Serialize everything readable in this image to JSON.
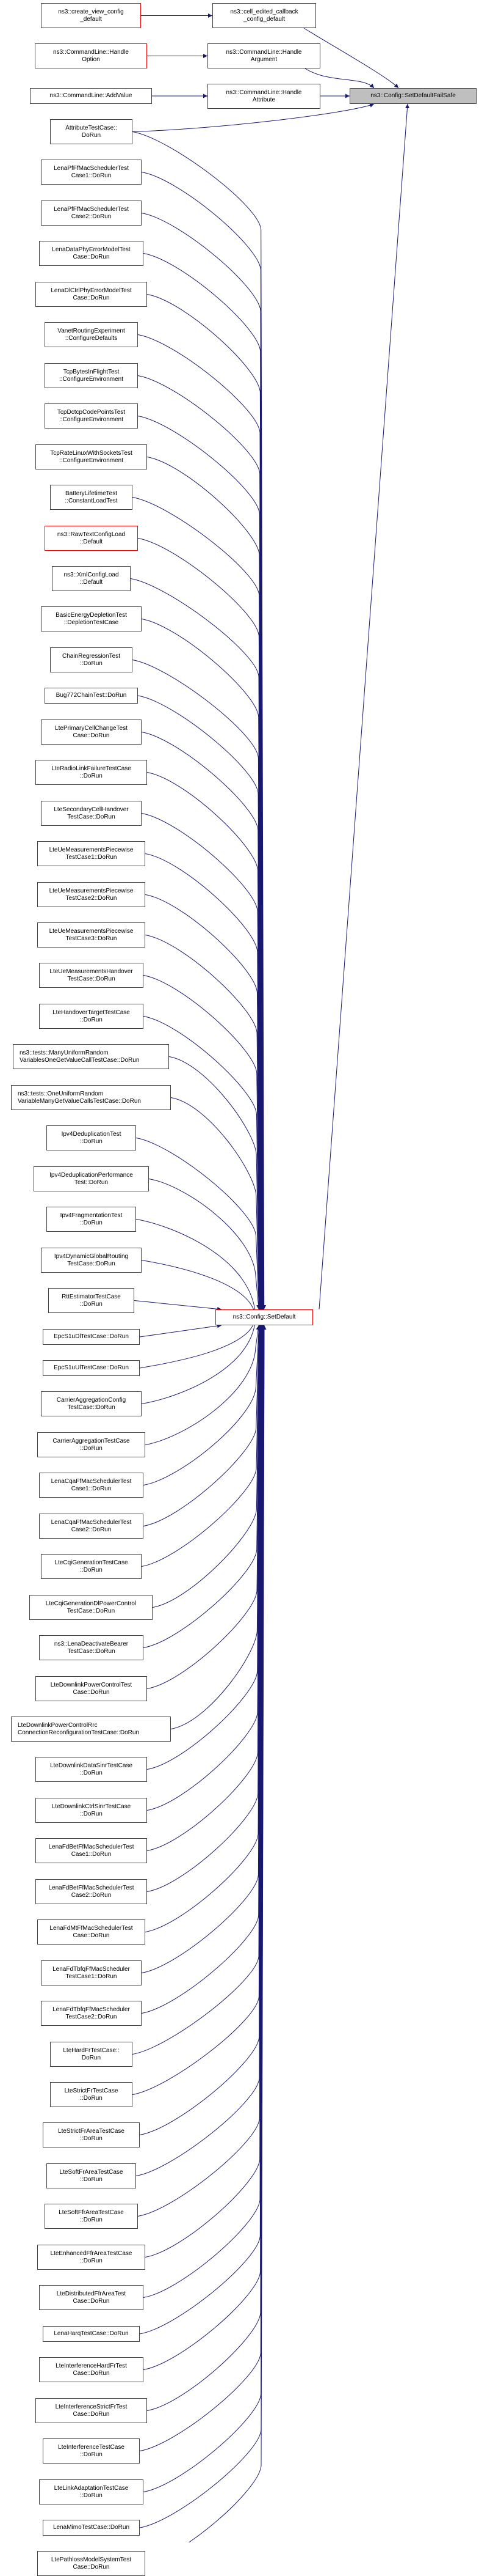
{
  "title": "ns3::Config::SetDefaultFailSafe caller graph",
  "colors": {
    "edge": "#191970",
    "focus_fill": "#bfbfbf",
    "node_border": "#404040",
    "red_border": "#ff0000"
  },
  "focus_node": {
    "id": "setdefaultfailsafe",
    "label": "ns3::Config::SetDefaultFailSafe"
  },
  "setdefault_node": {
    "id": "setdefault",
    "label": "ns3::Config::SetDefault",
    "style": "red"
  },
  "upper_chain": [
    {
      "id": "create_view",
      "label": "ns3::create_view_config\n_default",
      "style": "red",
      "calls": "cell_edited"
    },
    {
      "id": "cell_edited",
      "label": "ns3::cell_edited_callback\n_config_default",
      "style": "normal",
      "calls": "setdefaultfailsafe"
    },
    {
      "id": "handle_option",
      "label": "ns3::CommandLine::Handle\nOption",
      "style": "red",
      "calls": "handle_argument"
    },
    {
      "id": "handle_argument",
      "label": "ns3::CommandLine::Handle\nArgument",
      "style": "normal",
      "calls": "setdefaultfailsafe"
    },
    {
      "id": "add_value",
      "label": "ns3::CommandLine::AddValue",
      "style": "normal",
      "calls": "handle_attribute"
    },
    {
      "id": "handle_attribute",
      "label": "ns3::CommandLine::Handle\nAttribute",
      "style": "normal",
      "calls": "setdefaultfailsafe"
    }
  ],
  "callers": [
    {
      "label": "AttributeTestCase::\nDoRun",
      "style": "normal",
      "also_calls_failsafe": true
    },
    {
      "label": "LenaPfFfMacSchedulerTest\nCase1::DoRun",
      "style": "normal"
    },
    {
      "label": "LenaPfFfMacSchedulerTest\nCase2::DoRun",
      "style": "normal"
    },
    {
      "label": "LenaDataPhyErrorModelTest\nCase::DoRun",
      "style": "normal"
    },
    {
      "label": "LenaDlCtrlPhyErrorModelTest\nCase::DoRun",
      "style": "normal"
    },
    {
      "label": "VanetRoutingExperiment\n::ConfigureDefaults",
      "style": "red"
    },
    {
      "label": "TcpBytesInFlightTest\n::ConfigureEnvironment",
      "style": "normal"
    },
    {
      "label": "TcpDctcpCodePointsTest\n::ConfigureEnvironment",
      "style": "normal"
    },
    {
      "label": "TcpRateLinuxWithSocketsTest\n::ConfigureEnvironment",
      "style": "normal"
    },
    {
      "label": "BatteryLifetimeTest\n::ConstantLoadTest",
      "style": "normal"
    },
    {
      "label": "ns3::RawTextConfigLoad\n::Default",
      "style": "red"
    },
    {
      "label": "ns3::XmlConfigLoad\n::Default",
      "style": "normal"
    },
    {
      "label": "BasicEnergyDepletionTest\n::DepletionTestCase",
      "style": "normal"
    },
    {
      "label": "ChainRegressionTest\n::DoRun",
      "style": "normal"
    },
    {
      "label": "Bug772ChainTest::DoRun",
      "style": "normal"
    },
    {
      "label": "LtePrimaryCellChangeTest\nCase::DoRun",
      "style": "normal"
    },
    {
      "label": "LteRadioLinkFailureTestCase\n::DoRun",
      "style": "normal"
    },
    {
      "label": "LteSecondaryCellHandover\nTestCase::DoRun",
      "style": "normal"
    },
    {
      "label": "LteUeMeasurementsPiecewise\nTestCase1::DoRun",
      "style": "normal"
    },
    {
      "label": "LteUeMeasurementsPiecewise\nTestCase2::DoRun",
      "style": "normal"
    },
    {
      "label": "LteUeMeasurementsPiecewise\nTestCase3::DoRun",
      "style": "normal"
    },
    {
      "label": "LteUeMeasurementsHandover\nTestCase::DoRun",
      "style": "normal"
    },
    {
      "label": "LteHandoverTargetTestCase\n::DoRun",
      "style": "normal"
    },
    {
      "label": "ns3::tests::ManyUniformRandom\nVariablesOneGetValueCallTestCase::DoRun",
      "style": "normal",
      "align": "left"
    },
    {
      "label": "ns3::tests::OneUniformRandom\nVariableManyGetValueCallsTestCase::DoRun",
      "style": "normal",
      "align": "left"
    },
    {
      "label": "Ipv4DeduplicationTest\n::DoRun",
      "style": "normal"
    },
    {
      "label": "Ipv4DeduplicationPerformance\nTest::DoRun",
      "style": "normal"
    },
    {
      "label": "Ipv4FragmentationTest\n::DoRun",
      "style": "normal"
    },
    {
      "label": "Ipv4DynamicGlobalRouting\nTestCase::DoRun",
      "style": "normal"
    },
    {
      "label": "RttEstimatorTestCase\n::DoRun",
      "style": "normal"
    },
    {
      "label": "EpcS1uDlTestCase::DoRun",
      "style": "normal"
    },
    {
      "label": "EpcS1uUlTestCase::DoRun",
      "style": "normal"
    },
    {
      "label": "CarrierAggregationConfig\nTestCase::DoRun",
      "style": "normal"
    },
    {
      "label": "CarrierAggregationTestCase\n::DoRun",
      "style": "normal"
    },
    {
      "label": "LenaCqaFfMacSchedulerTest\nCase1::DoRun",
      "style": "normal"
    },
    {
      "label": "LenaCqaFfMacSchedulerTest\nCase2::DoRun",
      "style": "normal"
    },
    {
      "label": "LteCqiGenerationTestCase\n::DoRun",
      "style": "normal"
    },
    {
      "label": "LteCqiGenerationDlPowerControl\nTestCase::DoRun",
      "style": "normal"
    },
    {
      "label": "ns3::LenaDeactivateBearer\nTestCase::DoRun",
      "style": "normal"
    },
    {
      "label": "LteDownlinkPowerControlTest\nCase::DoRun",
      "style": "normal"
    },
    {
      "label": "LteDownlinkPowerControlRrc\nConnectionReconfigurationTestCase::DoRun",
      "style": "normal",
      "align": "left"
    },
    {
      "label": "LteDownlinkDataSinrTestCase\n::DoRun",
      "style": "normal"
    },
    {
      "label": "LteDownlinkCtrlSinrTestCase\n::DoRun",
      "style": "normal"
    },
    {
      "label": "LenaFdBetFfMacSchedulerTest\nCase1::DoRun",
      "style": "normal"
    },
    {
      "label": "LenaFdBetFfMacSchedulerTest\nCase2::DoRun",
      "style": "normal"
    },
    {
      "label": "LenaFdMtFfMacSchedulerTest\nCase::DoRun",
      "style": "normal"
    },
    {
      "label": "LenaFdTbfqFfMacScheduler\nTestCase1::DoRun",
      "style": "normal"
    },
    {
      "label": "LenaFdTbfqFfMacScheduler\nTestCase2::DoRun",
      "style": "normal"
    },
    {
      "label": "LteHardFrTestCase::\nDoRun",
      "style": "normal"
    },
    {
      "label": "LteStrictFrTestCase\n::DoRun",
      "style": "normal"
    },
    {
      "label": "LteStrictFrAreaTestCase\n::DoRun",
      "style": "normal"
    },
    {
      "label": "LteSoftFrAreaTestCase\n::DoRun",
      "style": "normal"
    },
    {
      "label": "LteSoftFfrAreaTestCase\n::DoRun",
      "style": "normal"
    },
    {
      "label": "LteEnhancedFfrAreaTestCase\n::DoRun",
      "style": "normal"
    },
    {
      "label": "LteDistributedFfrAreaTest\nCase::DoRun",
      "style": "normal"
    },
    {
      "label": "LenaHarqTestCase::DoRun",
      "style": "normal"
    },
    {
      "label": "LteInterferenceHardFrTest\nCase::DoRun",
      "style": "normal"
    },
    {
      "label": "LteInterferenceStrictFrTest\nCase::DoRun",
      "style": "normal"
    },
    {
      "label": "LteInterferenceTestCase\n::DoRun",
      "style": "normal"
    },
    {
      "label": "LteLinkAdaptationTestCase\n::DoRun",
      "style": "normal"
    },
    {
      "label": "LenaMimoTestCase::DoRun",
      "style": "normal"
    },
    {
      "label": "LtePathlossModelSystemTest\nCase::DoRun",
      "style": "normal"
    }
  ]
}
